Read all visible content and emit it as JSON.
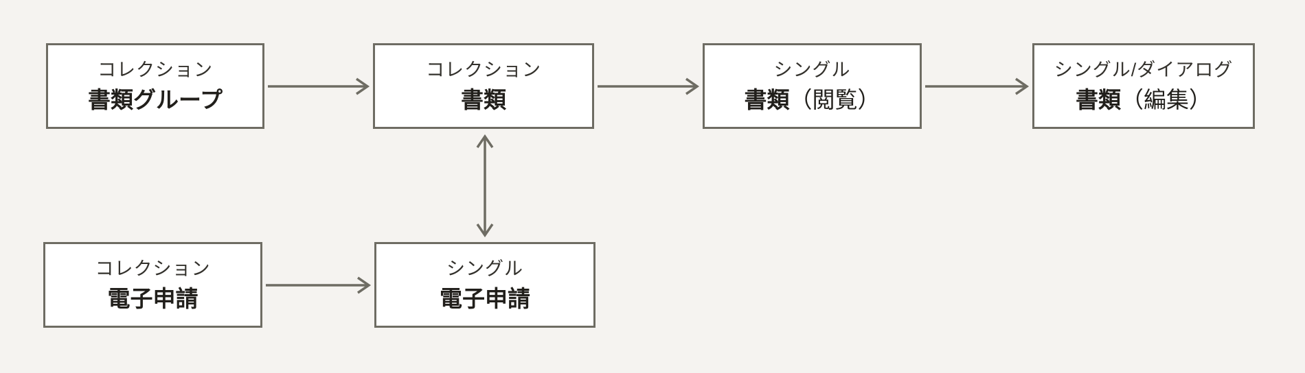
{
  "palette": {
    "page_background": "#F5F3F0",
    "box_fill": "#FFFFFF",
    "box_border": "#6E6C63",
    "arrow_color": "#6E6C63",
    "type_text": "#33312C",
    "title_text": "#211F1B"
  },
  "nodes": {
    "document_group_collection": {
      "type": "コレクション",
      "title": "書類グループ",
      "suffix": ""
    },
    "document_collection": {
      "type": "コレクション",
      "title": "書類",
      "suffix": ""
    },
    "document_view_single": {
      "type": "シングル",
      "title": "書類",
      "suffix": "（閲覧）"
    },
    "document_edit_single": {
      "type": "シングル/ダイアログ",
      "title": "書類",
      "suffix": "（編集）"
    },
    "eapplication_collection": {
      "type": "コレクション",
      "title": "電子申請",
      "suffix": ""
    },
    "eapplication_single": {
      "type": "シングル",
      "title": "電子申請",
      "suffix": ""
    }
  },
  "edges": [
    {
      "from": "document_group_collection",
      "to": "document_collection",
      "direction": "right"
    },
    {
      "from": "document_collection",
      "to": "document_view_single",
      "direction": "right"
    },
    {
      "from": "document_view_single",
      "to": "document_edit_single",
      "direction": "right"
    },
    {
      "from": "eapplication_collection",
      "to": "eapplication_single",
      "direction": "right"
    },
    {
      "from": "document_collection",
      "to": "eapplication_single",
      "direction": "both"
    }
  ]
}
